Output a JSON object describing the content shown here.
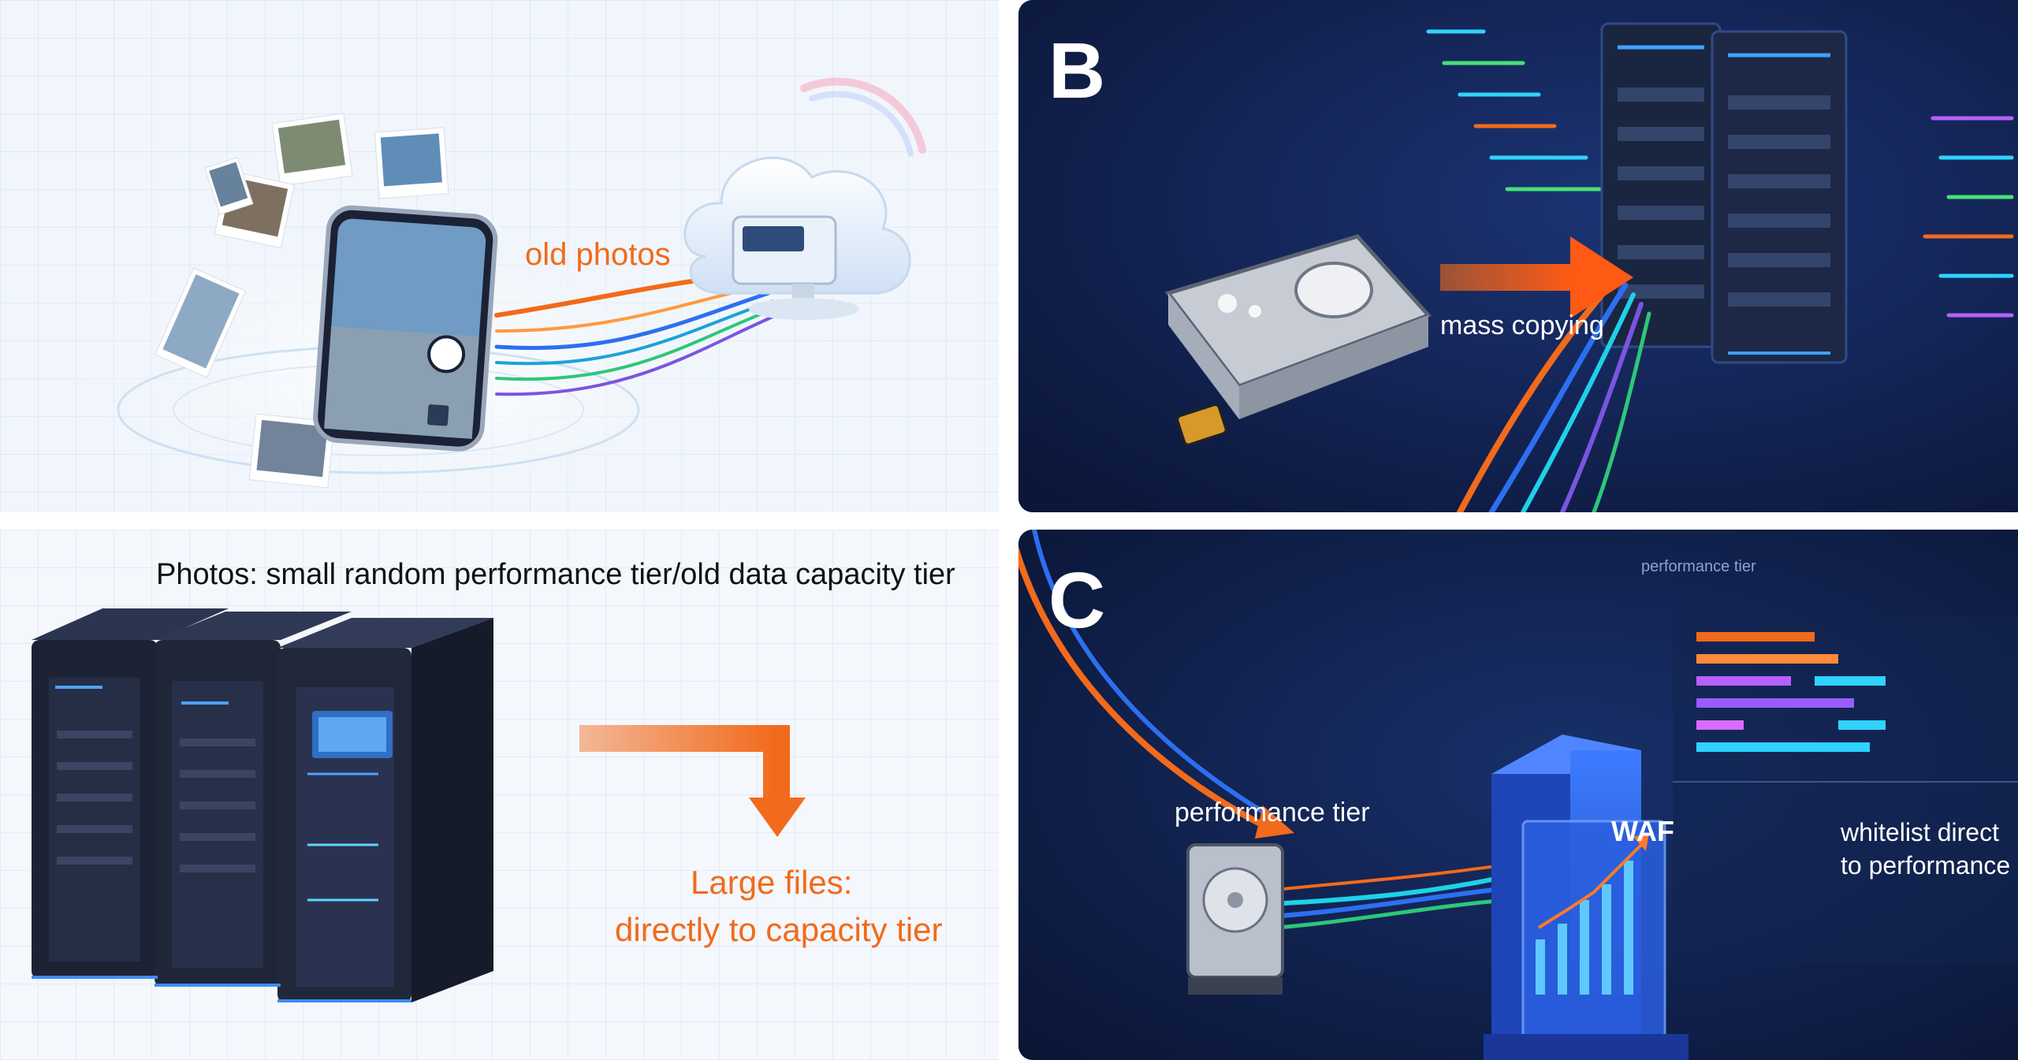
{
  "panels": {
    "a": {
      "flow_label": "old photos"
    },
    "b": {
      "letter": "B",
      "flow_label": "mass copying"
    },
    "c": {
      "letter": "C",
      "device_label": "performance tier",
      "appliance_label": "WAF",
      "caption_line1": "whitelist direct",
      "caption_line2": "to performance",
      "chart_title": "performance tier"
    },
    "d": {
      "title": "Photos: small random performance tier/old data capacity tier",
      "caption_line1": "Large files:",
      "caption_line2": "directly to capacity tier"
    }
  },
  "colors": {
    "accent_orange": "#f26a1b",
    "dark_navy": "#0f1e4a",
    "waf_blue": "#2e6cf0"
  }
}
